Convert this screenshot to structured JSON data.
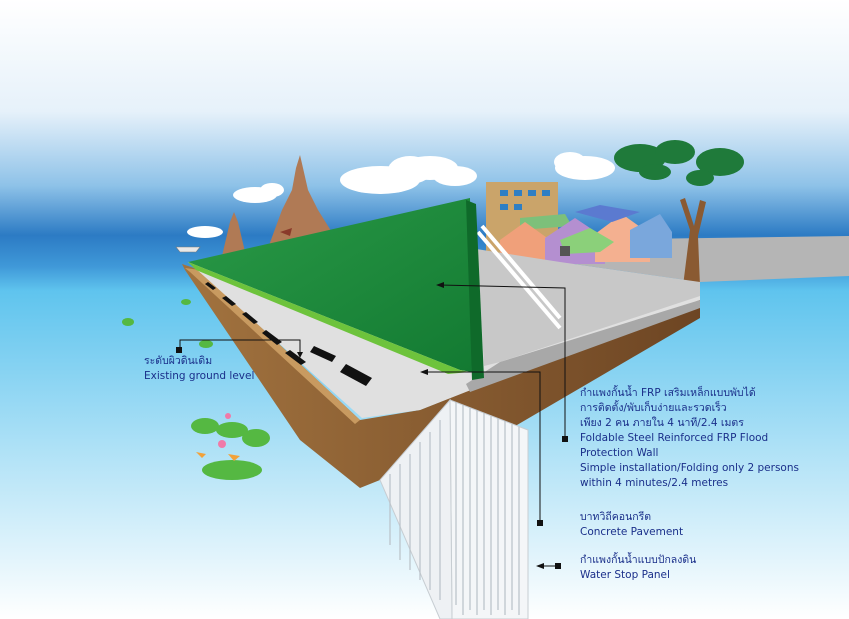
{
  "labels": {
    "ground_th": "ระดับผิวดินเดิม",
    "ground_en": "Existing ground level",
    "wall_th1": "กำแพงกั้นน้ำ FRP เสริมเหล็กแบบพับได้",
    "wall_th2": "การติดตั้ง/พับเก็บง่ายและรวดเร็ว",
    "wall_th3": "เพียง 2 คน ภายใน 4 นาที/2.4 เมตร",
    "wall_en1": "Foldable Steel Reinforced FRP Flood",
    "wall_en2": "Protection Wall",
    "wall_en3": "Simple installation/Folding only 2 persons",
    "wall_en4": "within 4 minutes/2.4 metres",
    "pave_th": "บาทวิถีคอนกรีต",
    "pave_en": "Concrete Pavement",
    "panel_th": "กำแพงกั้นน้ำแบบปักลงดิน",
    "panel_en": "Water Stop Panel"
  },
  "colors": {
    "sky_top": "#ffffff",
    "sky_band": "#2e7fc8",
    "water": "#5fc4ee",
    "wall_green": "#1f8a3e",
    "grass": "#6dc33c",
    "soil": "#8a5a32",
    "concrete": "#dcdcdc",
    "label_text": "#1a2f8a"
  },
  "icons": [
    "pagoda-icon",
    "tree-icon",
    "houses-icon",
    "lotus-icon",
    "boat-icon",
    "cloud-icon"
  ]
}
